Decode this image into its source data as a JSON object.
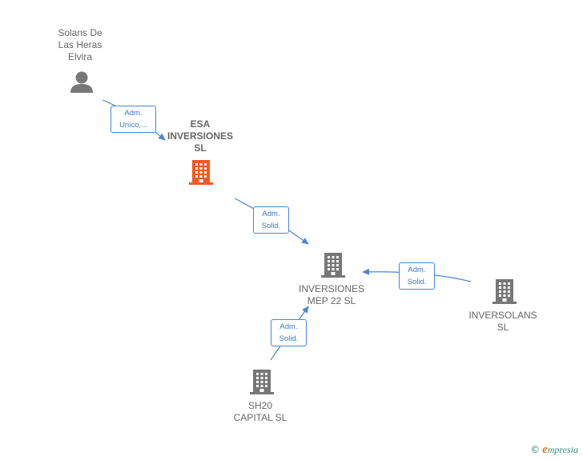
{
  "colors": {
    "edge": "#4a86d6",
    "node_icon": "#777777",
    "focus_icon": "#f05a28",
    "text": "#666666"
  },
  "nodes": {
    "person": {
      "label": "Solans De\nLas Heras\nElvira",
      "icon": "person-icon"
    },
    "esa": {
      "label": "ESA\nINVERSIONES\nSL",
      "icon": "building-icon"
    },
    "mep": {
      "label": "INVERSIONES\nMEP 22  SL",
      "icon": "building-icon"
    },
    "inversolans": {
      "label": "INVERSOLANS\nSL",
      "icon": "building-icon"
    },
    "sh20": {
      "label": "SH20\nCAPITAL  SL",
      "icon": "building-icon"
    }
  },
  "edges": {
    "person_esa": {
      "label": "Adm.\nUnico,..."
    },
    "esa_mep": {
      "label": "Adm.\nSolid."
    },
    "inversolans_mep": {
      "label": "Adm.\nSolid."
    },
    "sh20_mep": {
      "label": "Adm.\nSolid."
    }
  },
  "brand": {
    "copyright": "©",
    "name_initial": "e",
    "name_rest": "mpresia"
  }
}
